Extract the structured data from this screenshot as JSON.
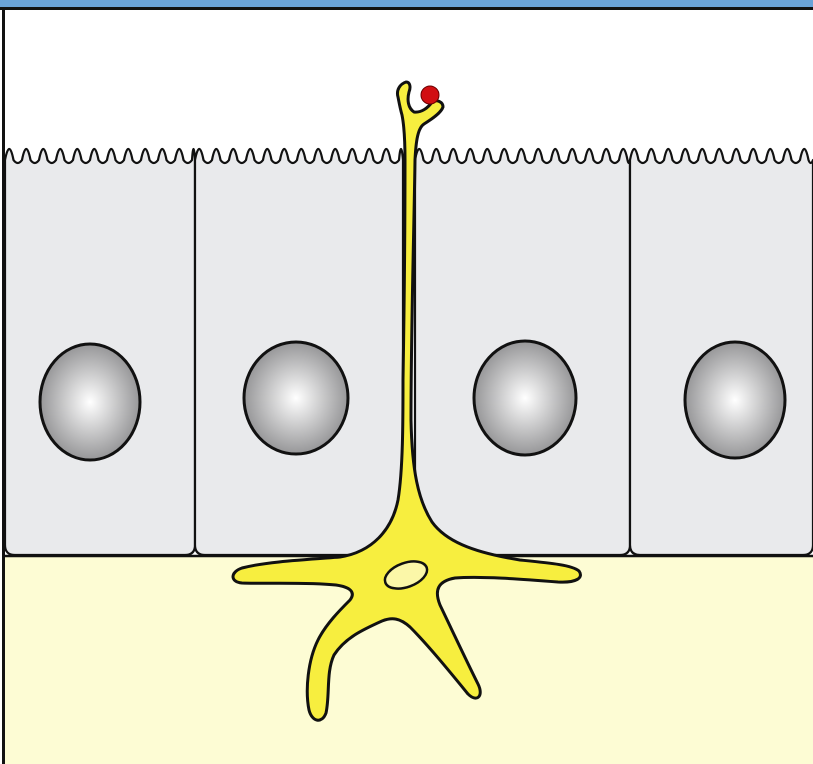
{
  "diagram": {
    "kind": "biological-illustration",
    "subject_parts": [
      "lumen",
      "microvilli",
      "epithelial-cell",
      "nucleus",
      "dendritic-cell",
      "antigen",
      "lamina-propria"
    ],
    "colors": {
      "frame_top": "#6aa3d8",
      "lumen": "#ffffff",
      "epithelium": "#e9eaec",
      "outline": "#111111",
      "lamina_propria": "#fdfcd4",
      "dendritic_cell": "#f7ee3f",
      "antigen": "#d10e12",
      "nucleus_light": "#ffffff",
      "nucleus_dark": "#8c8c8e"
    },
    "epithelial_cell_count": 4,
    "text_labels": []
  }
}
